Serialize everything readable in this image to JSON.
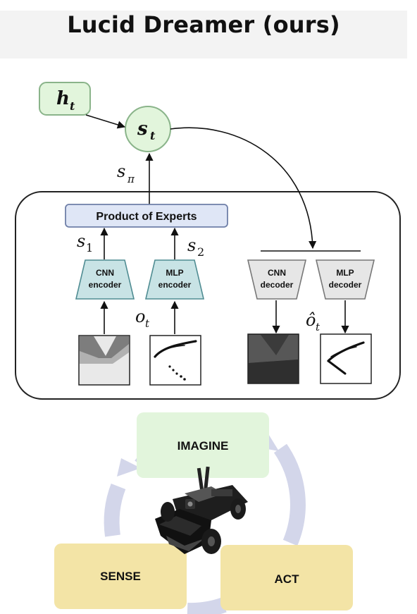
{
  "title": "Lucid Dreamer (ours)",
  "nodes": {
    "h_t": "h",
    "h_t_sub": "t",
    "s_t": "s",
    "s_t_sub": "t",
    "s_pi": "s",
    "s_pi_sub": "π",
    "s1": "s",
    "s1_sub": "1",
    "s2": "s",
    "s2_sub": "2",
    "o_t": "o",
    "o_t_sub": "t",
    "o_hat": "ô",
    "o_hat_sub": "t"
  },
  "poe_label": "Product of Experts",
  "encoders": {
    "cnn": [
      "CNN",
      "encoder"
    ],
    "mlp": [
      "MLP",
      "encoder"
    ]
  },
  "decoders": {
    "cnn": [
      "CNN",
      "decoder"
    ],
    "mlp": [
      "MLP",
      "decoder"
    ]
  },
  "cycle": {
    "imagine": "IMAGINE",
    "sense": "SENSE",
    "act": "ACT"
  },
  "colors": {
    "green_node": "#e2f5dc",
    "encoder_teal": "#c8e3e5",
    "decoder_gray": "#e6e6e6",
    "poe_blue": "#dfe6f6",
    "cycle_ring": "#d3d6ea",
    "imagine_box": "#e2f5dc",
    "sense_act_box": "#f3e4a6"
  }
}
